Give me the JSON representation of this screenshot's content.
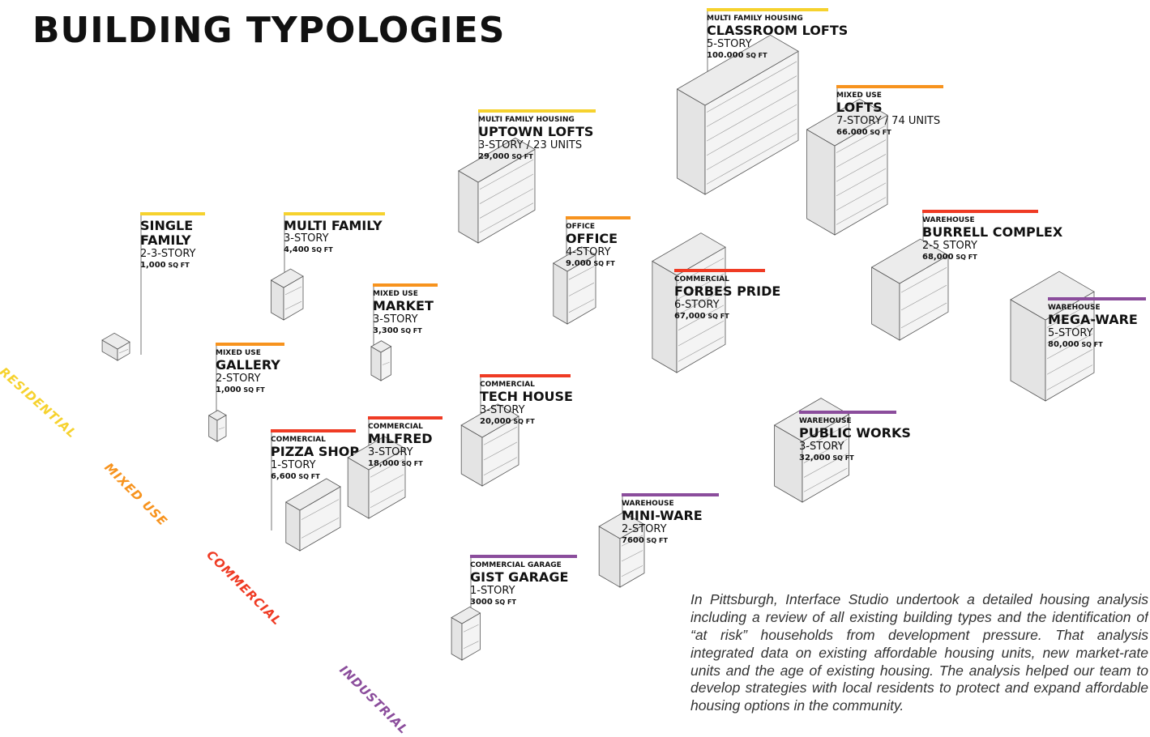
{
  "title": "BUILDING TYPOLOGIES",
  "colors": {
    "residential": "#f6d22e",
    "mixed_use": "#f7931e",
    "commercial": "#ef3b24",
    "industrial": "#8b4d9c"
  },
  "axes": [
    {
      "label": "RESIDENTIAL",
      "color": "#f6d22e"
    },
    {
      "label": "MIXED USE",
      "color": "#f7931e"
    },
    {
      "label": "COMMERCIAL",
      "color": "#ef3b24"
    },
    {
      "label": "INDUSTRIAL",
      "color": "#8b4d9c"
    }
  ],
  "buildings": [
    {
      "category": "",
      "name": "SINGLE FAMILY",
      "story": "2-3-STORY",
      "area_num": "1,000",
      "area_unit": "SQ FT",
      "color": "#f6d22e"
    },
    {
      "category": "",
      "name": "MULTI FAMILY",
      "story": "3-STORY",
      "area_num": "4,400",
      "area_unit": "SQ FT",
      "color": "#f6d22e"
    },
    {
      "category": "MULTI FAMILY HOUSING",
      "name": "UPTOWN LOFTS",
      "story": "3-STORY / 23 UNITS",
      "area_num": "29,000",
      "area_unit": "SQ FT",
      "color": "#f6d22e"
    },
    {
      "category": "MULTI FAMILY HOUSING",
      "name": "CLASSROOM LOFTS",
      "story": "5-STORY",
      "area_num": "100.000",
      "area_unit": "SQ FT",
      "color": "#f6d22e"
    },
    {
      "category": "MIXED USE",
      "name": "LOFTS",
      "story": "7-STORY / 74 UNITS",
      "area_num": "66.000",
      "area_unit": "SQ FT",
      "color": "#f7931e"
    },
    {
      "category": "OFFICE",
      "name": "OFFICE",
      "story": "4-STORY",
      "area_num": "9.000",
      "area_unit": "SQ FT",
      "color": "#f7931e"
    },
    {
      "category": "MIXED USE",
      "name": "MARKET",
      "story": "3-STORY",
      "area_num": "3,300",
      "area_unit": "SQ FT",
      "color": "#f7931e"
    },
    {
      "category": "MIXED USE",
      "name": "GALLERY",
      "story": "2-STORY",
      "area_num": "1,000",
      "area_unit": "SQ FT",
      "color": "#f7931e"
    },
    {
      "category": "COMMERCIAL",
      "name": "FORBES PRIDE",
      "story": "6-STORY",
      "area_num": "67,000",
      "area_unit": "SQ FT",
      "color": "#ef3b24"
    },
    {
      "category": "COMMERCIAL",
      "name": "TECH HOUSE",
      "story": "3-STORY",
      "area_num": "20,000",
      "area_unit": "SQ FT",
      "color": "#ef3b24"
    },
    {
      "category": "COMMERCIAL",
      "name": "MILFRED",
      "story": "3-STORY",
      "area_num": "18,000",
      "area_unit": "SQ FT",
      "color": "#ef3b24"
    },
    {
      "category": "COMMERCIAL",
      "name": "PIZZA SHOP",
      "story": "1-STORY",
      "area_num": "6,600",
      "area_unit": "SQ FT",
      "color": "#ef3b24"
    },
    {
      "category": "WAREHOUSE",
      "name": "BURRELL COMPLEX",
      "story": "2-5 STORY",
      "area_num": "68,000",
      "area_unit": "SQ FT",
      "color": "#ef3b24"
    },
    {
      "category": "WAREHOUSE",
      "name": "MEGA-WARE",
      "story": "5-STORY",
      "area_num": "80,000",
      "area_unit": "SQ FT",
      "color": "#8b4d9c"
    },
    {
      "category": "WAREHOUSE",
      "name": "PUBLIC WORKS",
      "story": "3-STORY",
      "area_num": "32,000",
      "area_unit": "SQ FT",
      "color": "#8b4d9c"
    },
    {
      "category": "WAREHOUSE",
      "name": "MINI-WARE",
      "story": "2-STORY",
      "area_num": "7600",
      "area_unit": "SQ FT",
      "color": "#8b4d9c"
    },
    {
      "category": "COMMERCIAL GARAGE",
      "name": "GIST GARAGE",
      "story": "1-STORY",
      "area_num": "3000",
      "area_unit": "SQ FT",
      "color": "#8b4d9c"
    }
  ],
  "description": "In Pittsburgh, Interface Studio undertook a detailed housing analysis including a review of all existing building types and the identification of “at risk” households from development pressure. That analysis integrated data on existing affordable housing units, new market-rate units and the age of existing housing. The analysis helped our team to develop strategies with local residents to protect and expand affordable housing options in the community."
}
